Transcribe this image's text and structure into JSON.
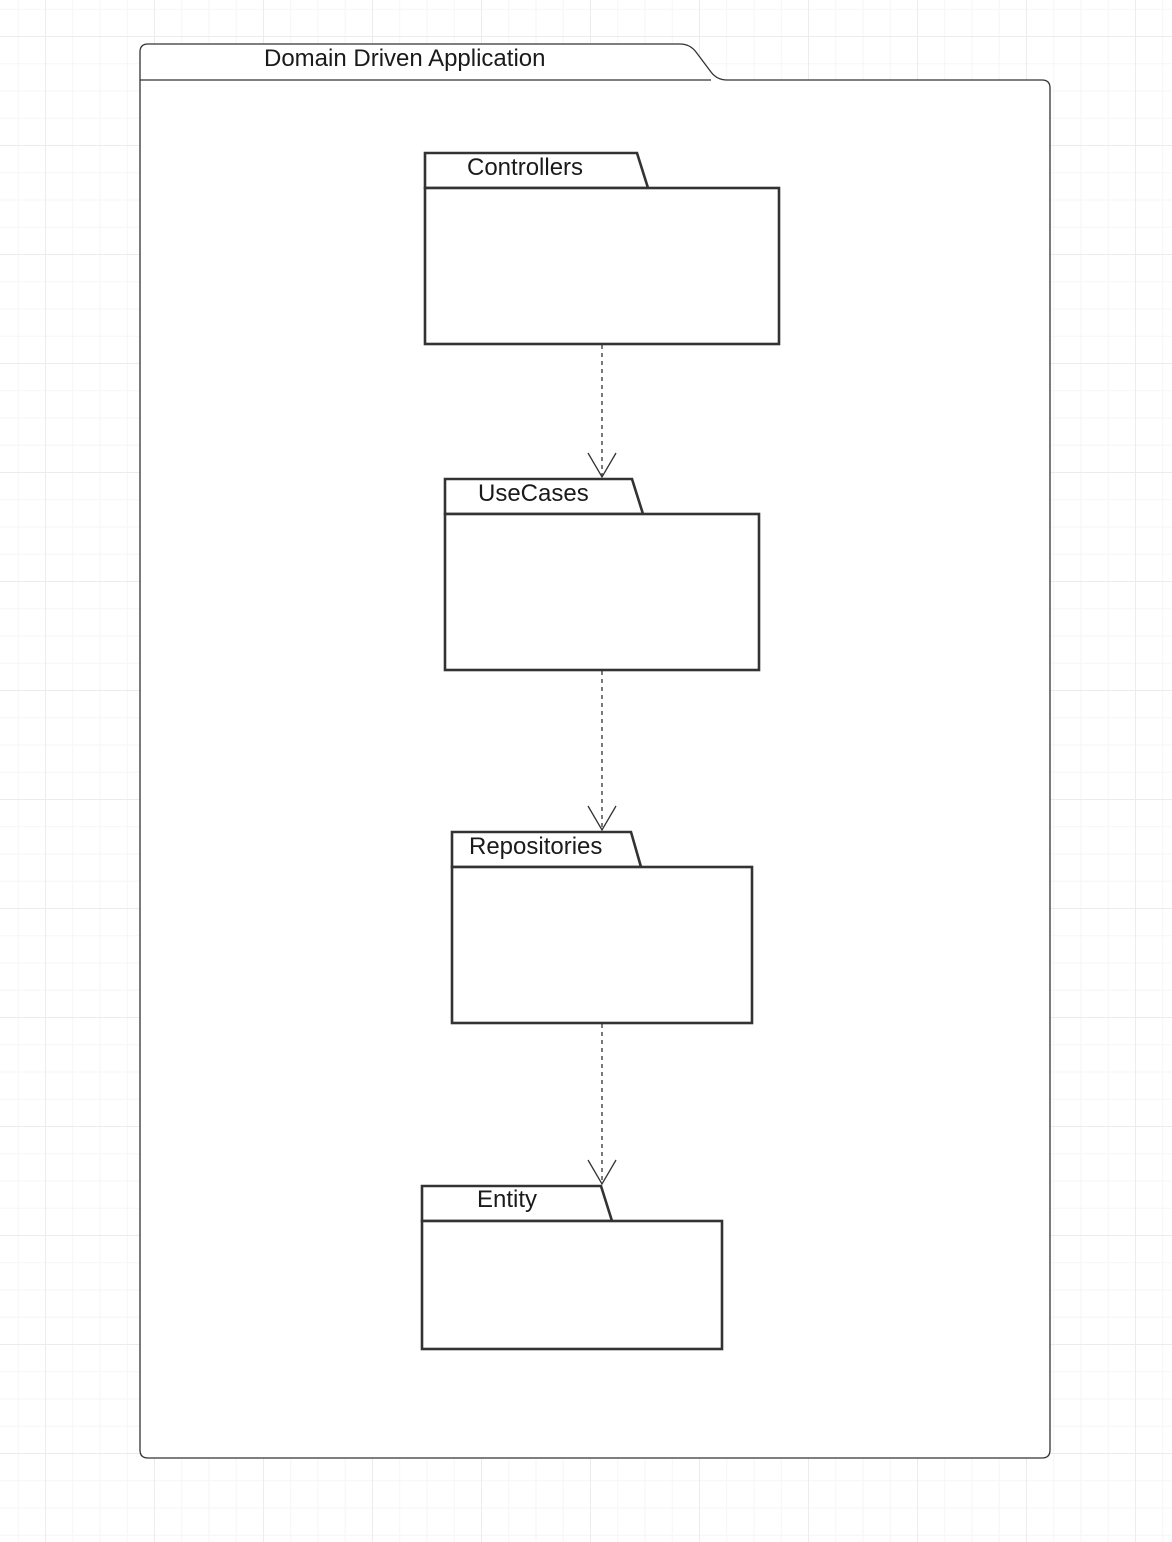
{
  "diagram": {
    "title": "Domain Driven Application",
    "packages": [
      {
        "id": "controllers",
        "label": "Controllers"
      },
      {
        "id": "usecases",
        "label": "UseCases"
      },
      {
        "id": "repositories",
        "label": "Repositories"
      },
      {
        "id": "entity",
        "label": "Entity"
      }
    ],
    "dependencies": [
      {
        "from": "controllers",
        "to": "usecases"
      },
      {
        "from": "usecases",
        "to": "repositories"
      },
      {
        "from": "repositories",
        "to": "entity"
      }
    ],
    "colors": {
      "stroke": "#333333",
      "text": "#1a1a1a",
      "grid": "#ececec"
    }
  }
}
